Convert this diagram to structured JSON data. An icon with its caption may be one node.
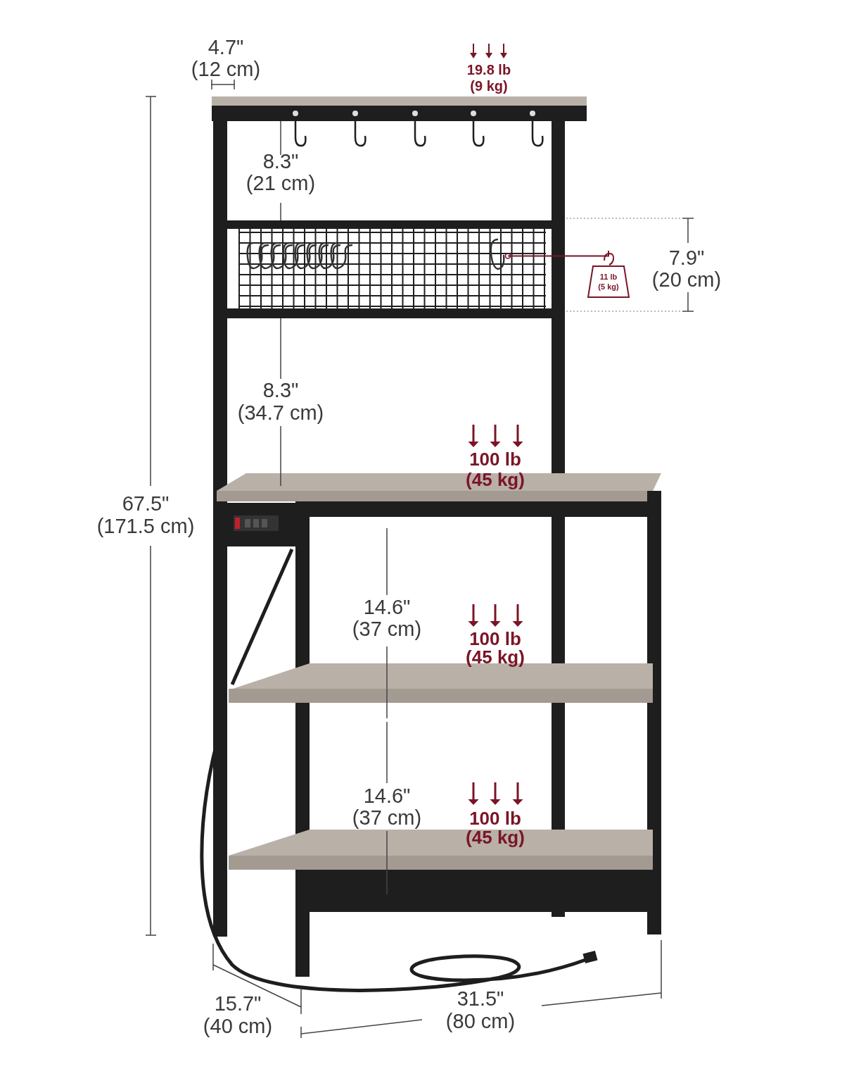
{
  "diagram": {
    "nodes": [
      {
        "text": [
          "11 lb",
          "(5 kg)"
        ]
      },
      {
        "text": [],
        "shape": "picture"
      }
    ],
    "edges": [
      {
        "from": 0,
        "to": 1,
        "arrow": "other"
      }
    ],
    "labels": [
      "4.7\"",
      "(12 cm)",
      "19.8 lb",
      "(9 kg)",
      "8.3\"",
      "(21 cm)",
      "7.9\"",
      "(20 cm)",
      "8.3\"",
      "(34.7 cm)",
      "100 lb",
      "(45 kg)",
      "67.5\"",
      "(171.5 cm)",
      "14.6\"",
      "(37 cm)",
      "100 lb",
      "(45 kg)",
      "14.6\"",
      "(37 cm)",
      "100 lb",
      "(45 kg)",
      "15.7\"",
      "(40 cm)",
      "31.5\"",
      "(80 cm)"
    ]
  }
}
